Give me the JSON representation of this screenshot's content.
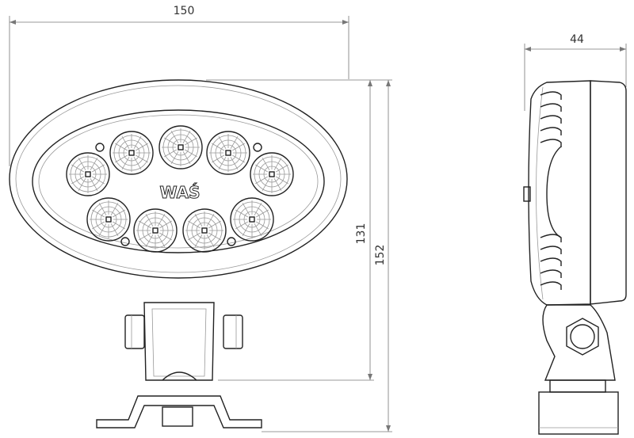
{
  "drawing": {
    "brand_logo": "WAŚ",
    "dimensions": {
      "front_width": "150",
      "housing_height": "131",
      "total_height": "152",
      "depth": "44"
    },
    "led_count": 9
  },
  "colors": {
    "line": "#222222",
    "dimension": "#777777"
  }
}
